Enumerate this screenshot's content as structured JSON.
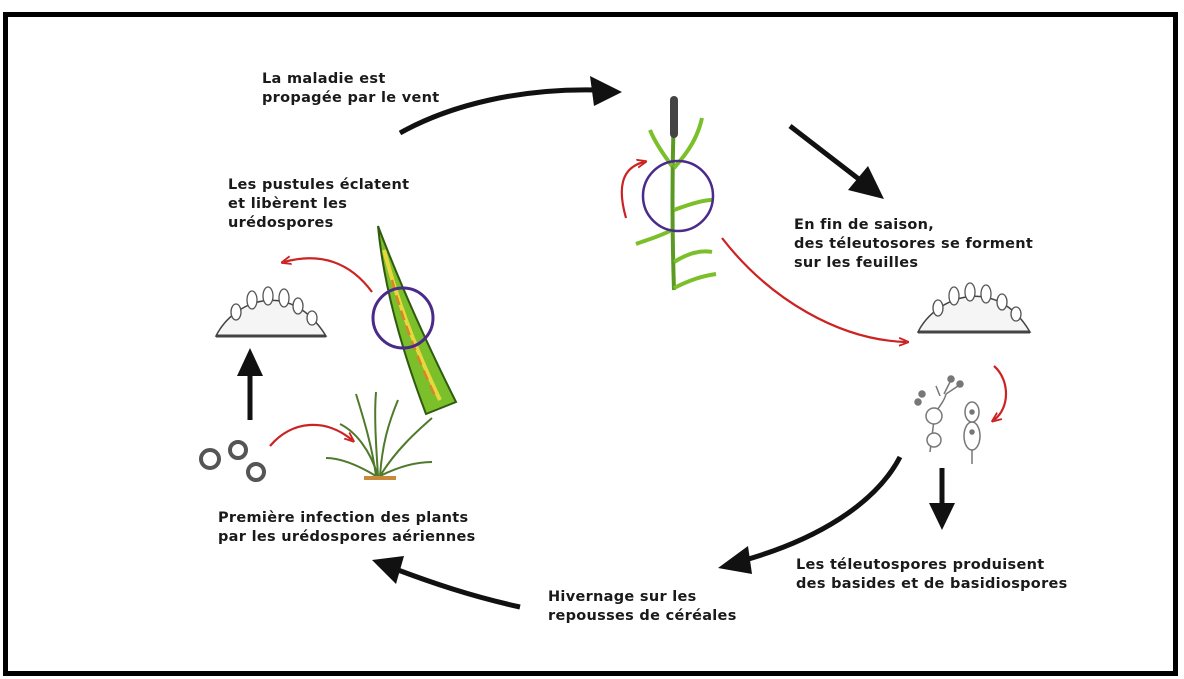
{
  "diagram": {
    "labels": {
      "wind": [
        "La maladie est",
        "propagée par le vent"
      ],
      "pustules": [
        "Les pustules éclatent",
        "et libèrent les",
        "urédospores"
      ],
      "end_season": [
        "En fin de saison,",
        "des téleutosores se forment",
        "sur les feuilles"
      ],
      "teliospores": [
        "Les téleutospores produisent",
        "des basides et de basidiospores"
      ],
      "overwinter": [
        "Hivernage sur les",
        "repousses de céréales"
      ],
      "first_infection": [
        "Première infection des plants",
        "par les urédospores aériennes"
      ]
    },
    "colors": {
      "cycle_arrow": "#111111",
      "detail_arrow": "#cc2222",
      "highlight_circle": "#4a2a8a",
      "leaf_green": "#7bbf2a",
      "leaf_yellow": "#e8d840",
      "leaf_rust": "#d9832a",
      "frame": "#000000"
    }
  }
}
